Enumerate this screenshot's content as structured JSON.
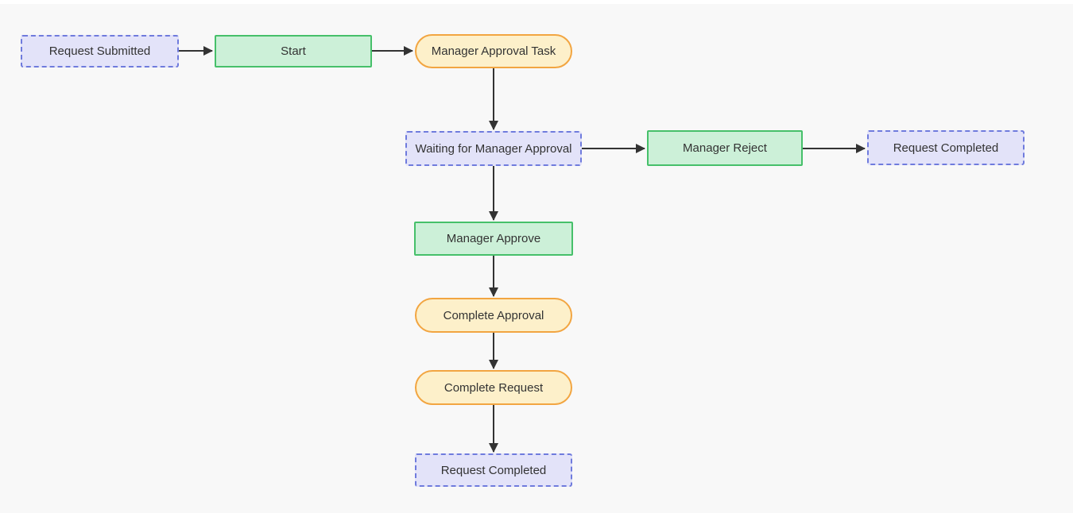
{
  "diagram": {
    "type": "workflow-flowchart",
    "nodes": [
      {
        "id": "request-submitted",
        "label": "Request Submitted",
        "kind": "event"
      },
      {
        "id": "start",
        "label": "Start",
        "kind": "task"
      },
      {
        "id": "manager-approval-task",
        "label": "Manager Approval Task",
        "kind": "activity"
      },
      {
        "id": "waiting-for-manager-approval",
        "label": "Waiting for Manager Approval",
        "kind": "event"
      },
      {
        "id": "manager-reject",
        "label": "Manager Reject",
        "kind": "task"
      },
      {
        "id": "request-completed-right",
        "label": "Request Completed",
        "kind": "event"
      },
      {
        "id": "manager-approve",
        "label": "Manager Approve",
        "kind": "task"
      },
      {
        "id": "complete-approval",
        "label": "Complete Approval",
        "kind": "activity"
      },
      {
        "id": "complete-request",
        "label": "Complete Request",
        "kind": "activity"
      },
      {
        "id": "request-completed-bottom",
        "label": "Request Completed",
        "kind": "event"
      }
    ],
    "edges": [
      {
        "from": "request-submitted",
        "to": "start"
      },
      {
        "from": "start",
        "to": "manager-approval-task"
      },
      {
        "from": "manager-approval-task",
        "to": "waiting-for-manager-approval"
      },
      {
        "from": "waiting-for-manager-approval",
        "to": "manager-reject"
      },
      {
        "from": "manager-reject",
        "to": "request-completed-right"
      },
      {
        "from": "waiting-for-manager-approval",
        "to": "manager-approve"
      },
      {
        "from": "manager-approve",
        "to": "complete-approval"
      },
      {
        "from": "complete-approval",
        "to": "complete-request"
      },
      {
        "from": "complete-request",
        "to": "request-completed-bottom"
      }
    ]
  },
  "colors": {
    "canvas_bg": "#f8f8f8",
    "strip_bg": "#ffffff",
    "event_fill": "#e3e3f9",
    "event_border": "#6f7bdd",
    "task_fill": "#ccf0d8",
    "task_border": "#46c06a",
    "activity_fill": "#fdf0ca",
    "activity_border": "#f2a541",
    "arrow": "#333333",
    "text": "#333333"
  }
}
